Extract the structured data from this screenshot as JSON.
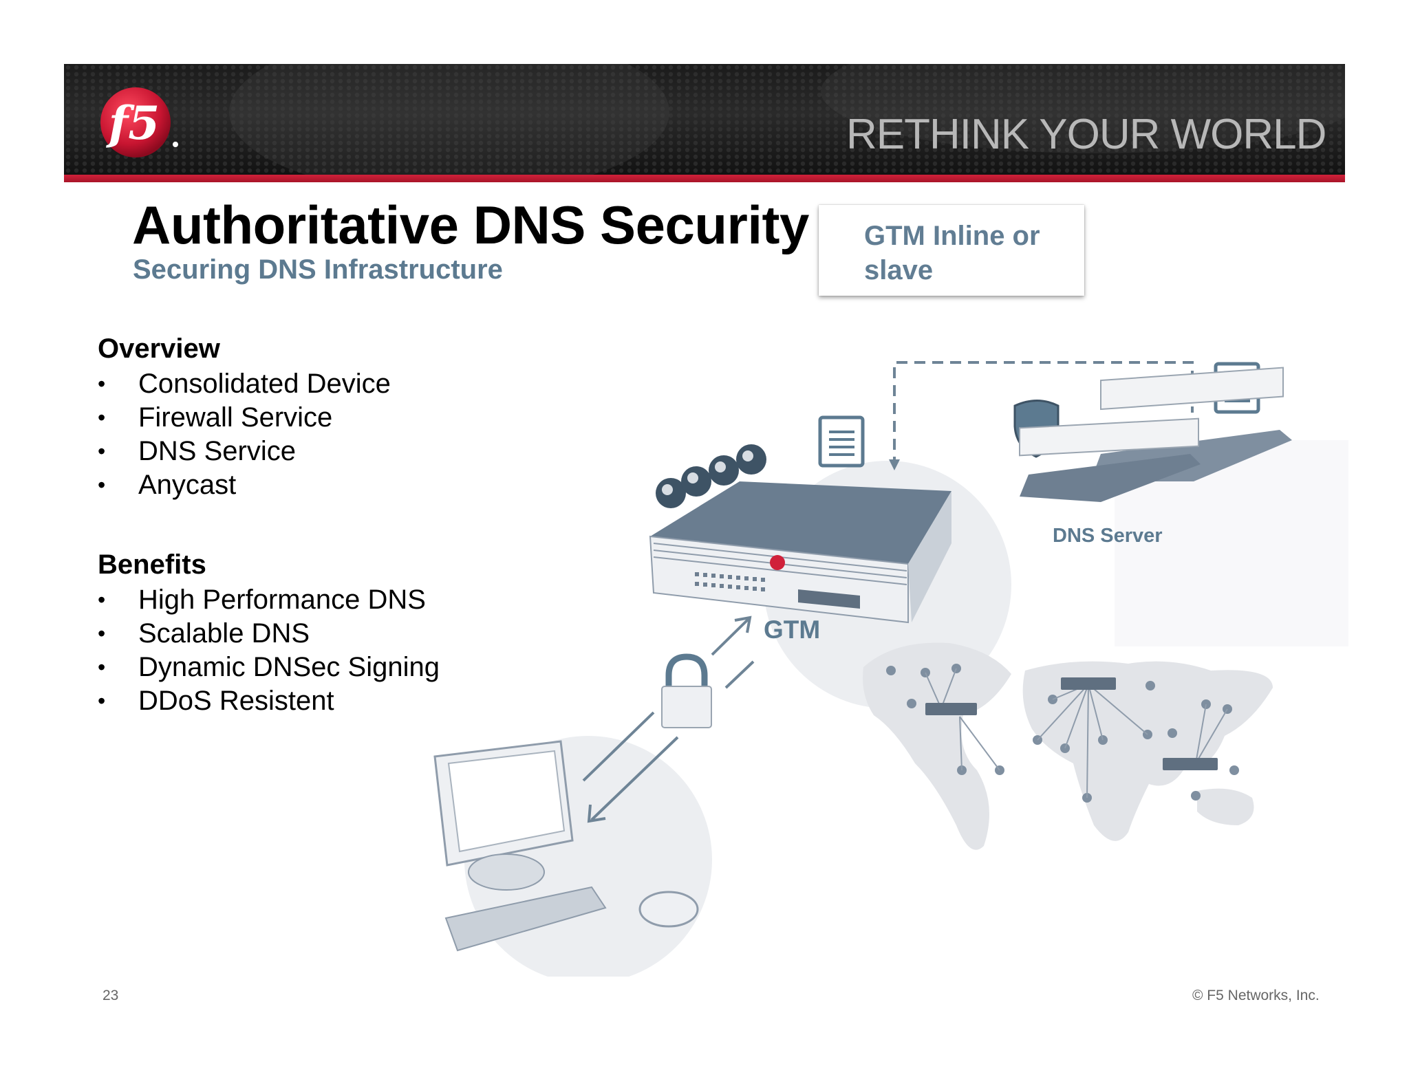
{
  "header": {
    "tagline": "RETHINK YOUR WORLD",
    "logo_text": "f5",
    "colors": {
      "banner": "#1b1b1b",
      "accent_red": "#d0213a",
      "brand_blue_gray": "#5c7a90"
    }
  },
  "slide": {
    "title": "Authoritative DNS Security",
    "subtitle": "Securing DNS Infrastructure",
    "callout": "GTM Inline or slave"
  },
  "overview": {
    "heading": "Overview",
    "items": [
      "Consolidated Device",
      "Firewall Service",
      "DNS Service",
      "Anycast"
    ]
  },
  "benefits": {
    "heading": "Benefits",
    "items": [
      "High Performance DNS",
      "Scalable DNS",
      "Dynamic DNSec Signing",
      "DDoS Resistent"
    ]
  },
  "diagram": {
    "gtm_label": "GTM",
    "dns_server_label": "DNS Server",
    "icons": [
      "globe-icon",
      "document-icon",
      "shield-icon",
      "lock-icon",
      "computer-icon",
      "world-map-icon"
    ]
  },
  "footer": {
    "page_number": "23",
    "copyright": "© F5 Networks, Inc."
  }
}
